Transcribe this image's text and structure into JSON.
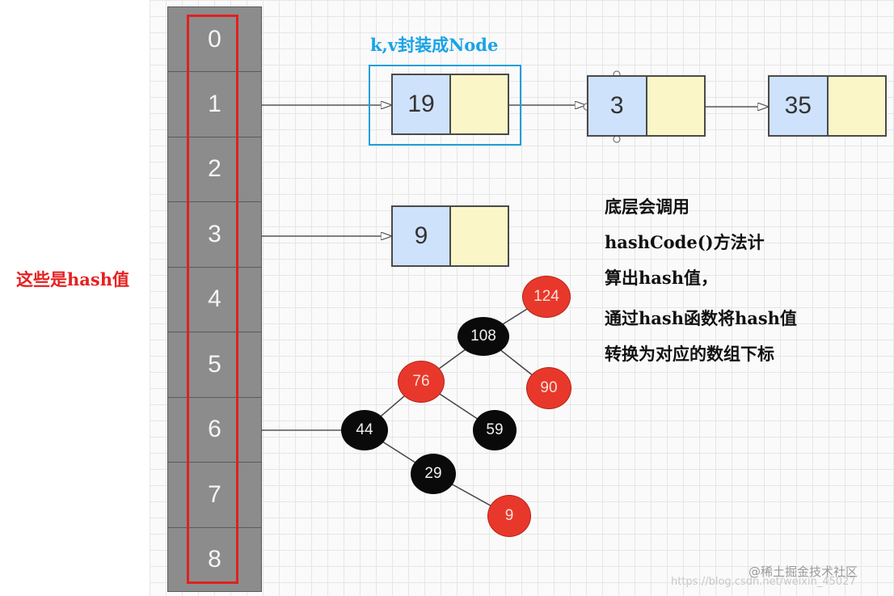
{
  "array": {
    "indices": [
      "0",
      "1",
      "2",
      "3",
      "4",
      "5",
      "6",
      "7",
      "8"
    ]
  },
  "labels": {
    "hash_values": "这些是hash值",
    "node_caption": "k,v封装成Node"
  },
  "nodes": {
    "chain_row1": [
      "19",
      "3",
      "35"
    ],
    "chain_row3": [
      "9"
    ]
  },
  "tree": {
    "nodes": [
      {
        "key": "108",
        "color": "black"
      },
      {
        "key": "124",
        "color": "red"
      },
      {
        "key": "76",
        "color": "red"
      },
      {
        "key": "90",
        "color": "red"
      },
      {
        "key": "44",
        "color": "black"
      },
      {
        "key": "59",
        "color": "black"
      },
      {
        "key": "29",
        "color": "black"
      },
      {
        "key": "9",
        "color": "red"
      }
    ]
  },
  "description": {
    "line1": "底层会调用",
    "line2": "hashCode()方法计",
    "line3": "算出hash值，",
    "line4": "通过hash函数将hash值",
    "line5": "转换为对应的数组下标"
  },
  "watermark": "@稀土掘金技术社区",
  "faint_url": "https://blog.csdn.net/weixin_45027",
  "colors": {
    "array_cell": "#8c8c8c",
    "highlight_red": "#e02020",
    "highlight_blue": "#1e9fd8",
    "node_key": "#cfe2fb",
    "node_value": "#fbf6c8",
    "tree_red": "#e8382b",
    "tree_black": "#0a0a0a"
  }
}
